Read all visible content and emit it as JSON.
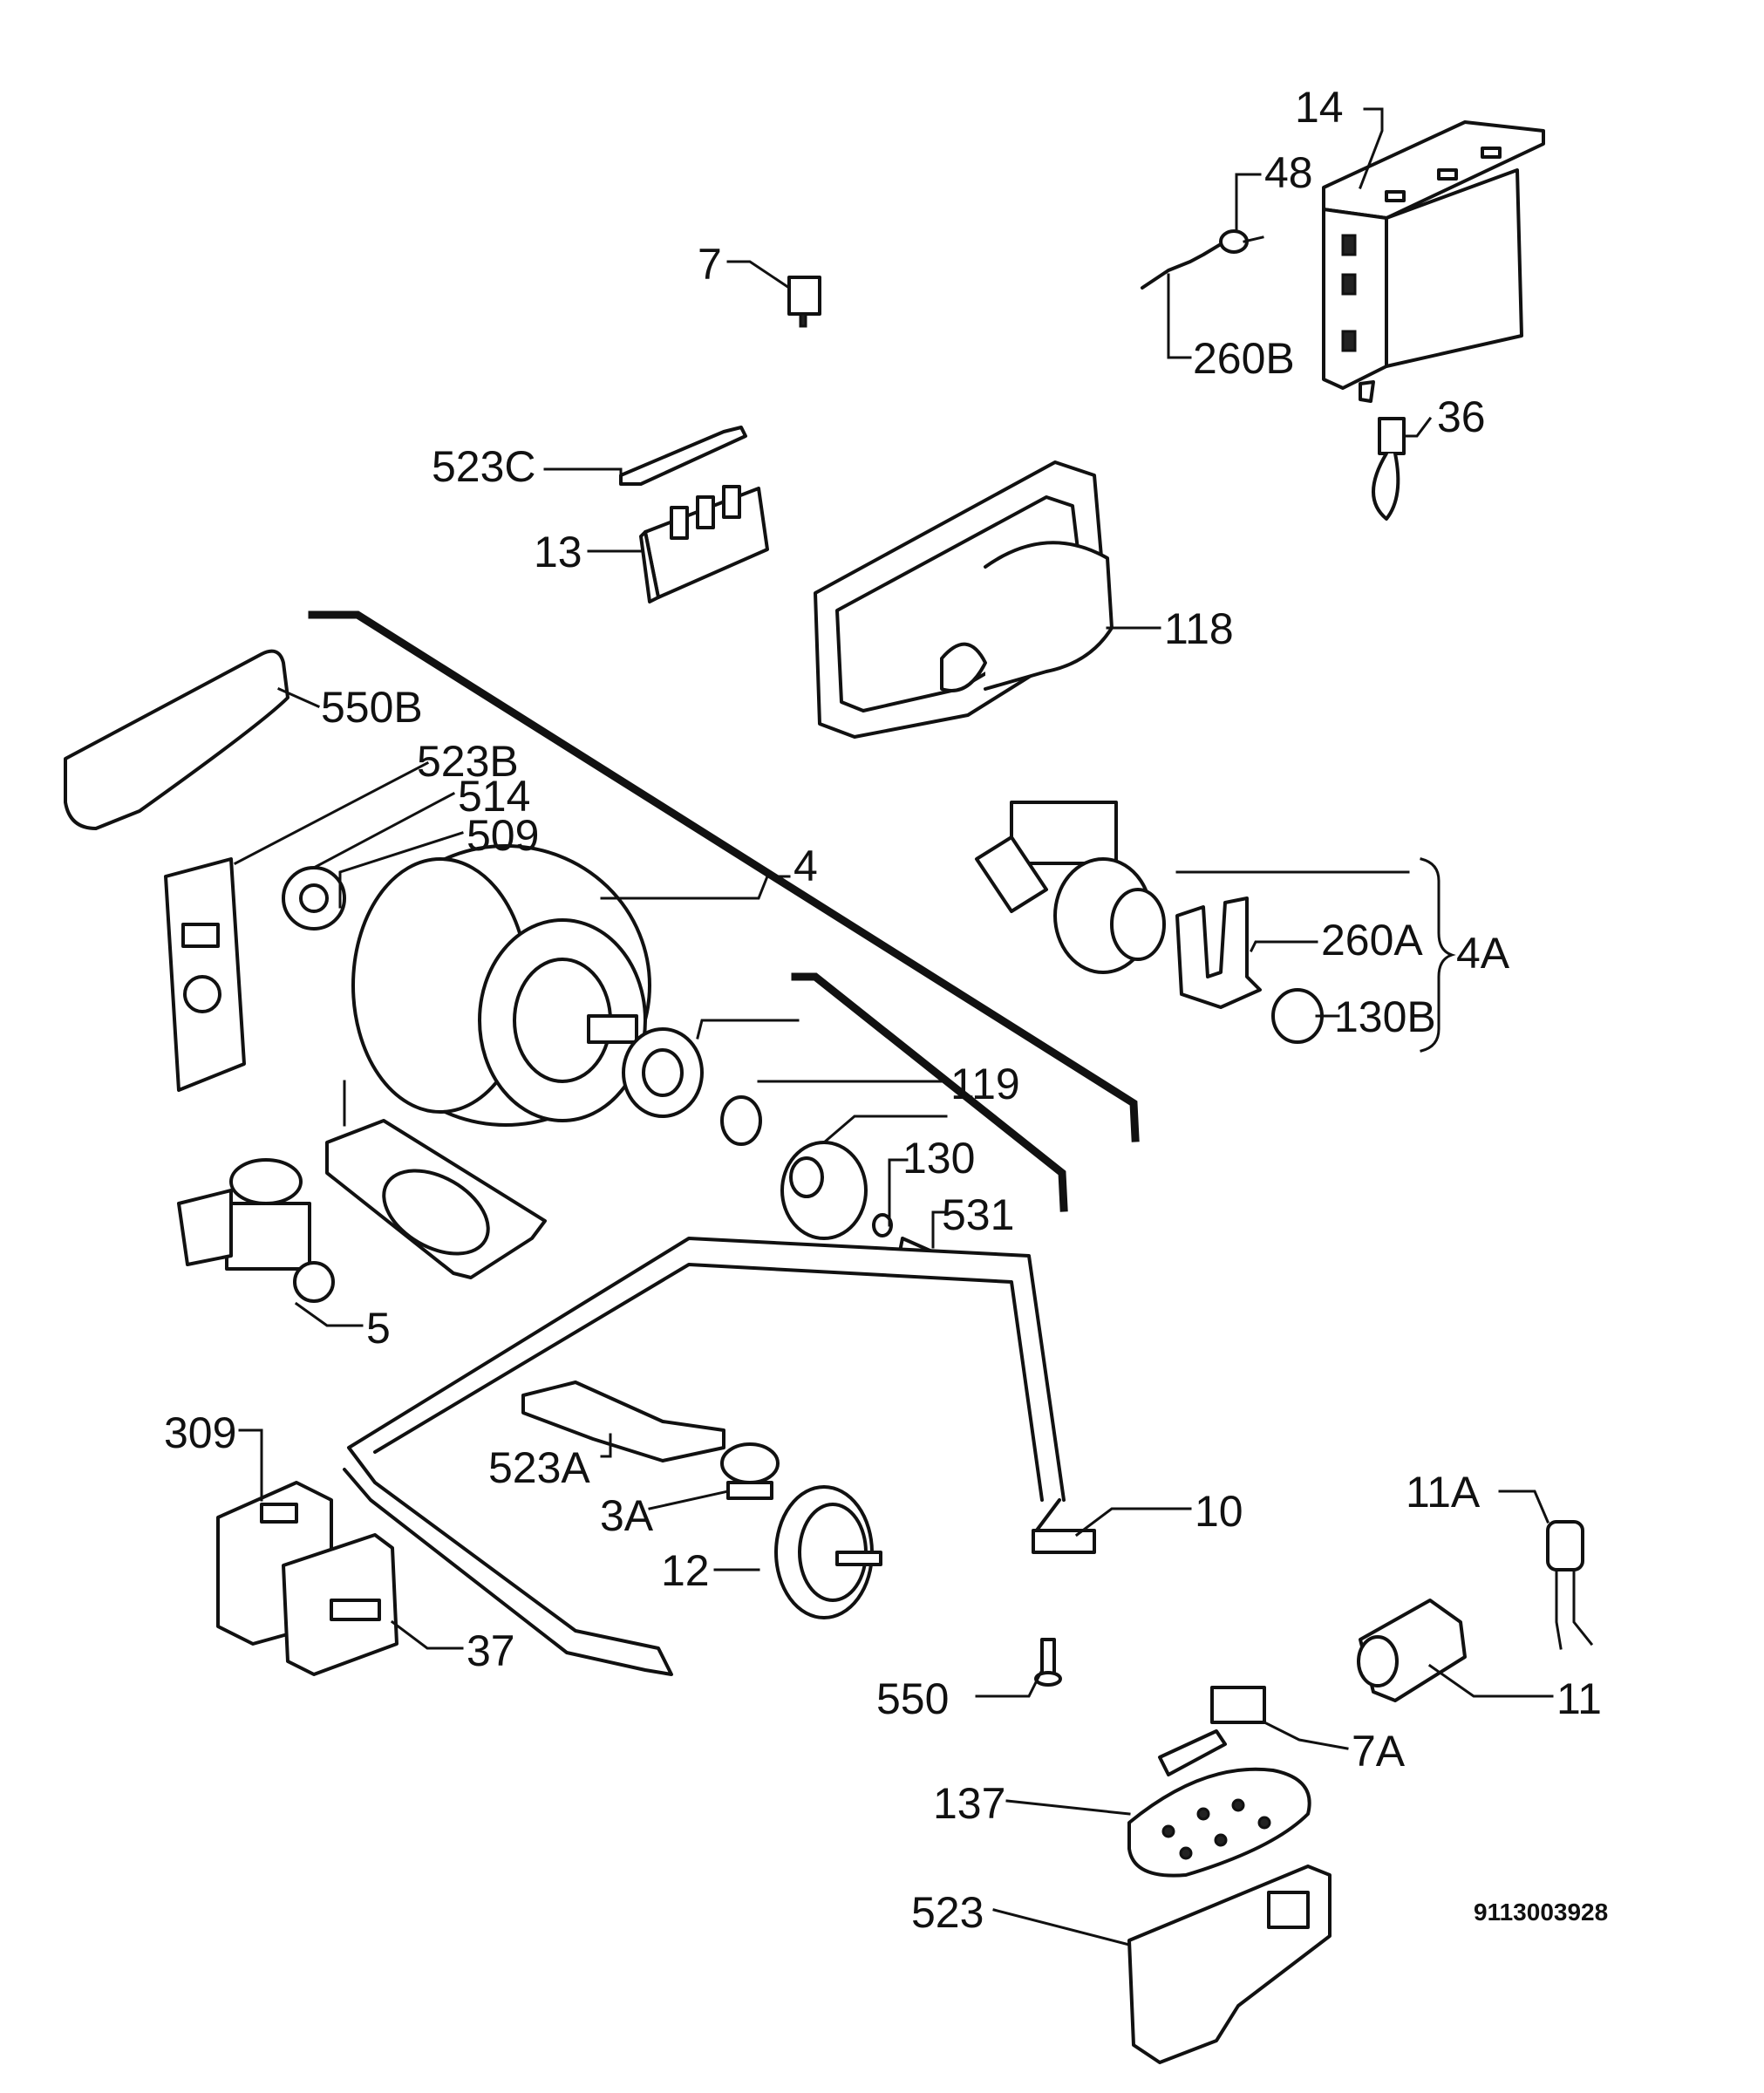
{
  "diagram_code": "9113003928",
  "callouts": {
    "p14": "14",
    "p48": "48",
    "p7": "7",
    "p260b": "260B",
    "p36": "36",
    "p523c": "523C",
    "p13": "13",
    "p118": "118",
    "p550b": "550B",
    "p523b": "523B",
    "p514": "514",
    "p509": "509",
    "p4": "4",
    "p260a": "260A",
    "p4a": "4A",
    "p130b": "130B",
    "p119": "119",
    "p130": "130",
    "p531": "531",
    "p5": "5",
    "p309": "309",
    "p523a": "523A",
    "p3a": "3A",
    "p10": "10",
    "p11a": "11A",
    "p12": "12",
    "p37": "37",
    "p550": "550",
    "p11": "11",
    "p7a": "7A",
    "p137": "137",
    "p523": "523"
  }
}
